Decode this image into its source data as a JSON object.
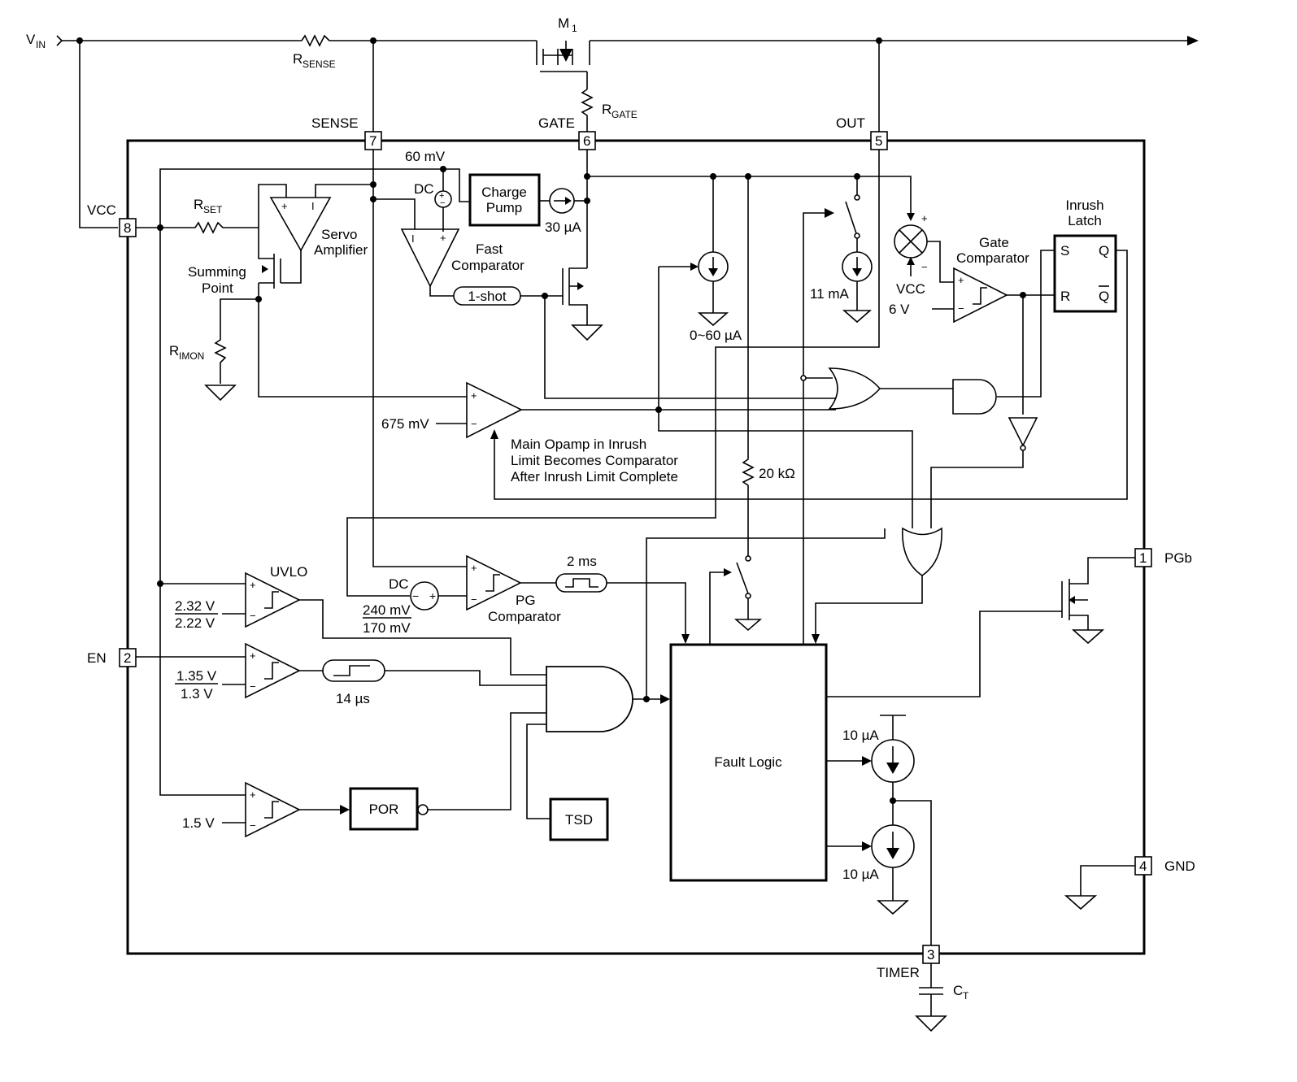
{
  "top": {
    "vin": "V",
    "vin_sub": "IN",
    "rsense": "R",
    "rsense_sub": "SENSE",
    "m1": "M",
    "m1_sub": "1",
    "rgate": "R",
    "rgate_sub": "GATE"
  },
  "pins": {
    "sense": {
      "name": "SENSE",
      "num": "7"
    },
    "gate": {
      "name": "GATE",
      "num": "6"
    },
    "out": {
      "name": "OUT",
      "num": "5"
    },
    "vcc": {
      "name": "VCC",
      "num": "8"
    },
    "en": {
      "name": "EN",
      "num": "2"
    },
    "pgb": {
      "name": "PGb",
      "num": "1"
    },
    "gnd": {
      "name": "GND",
      "num": "4"
    },
    "timer": {
      "name": "TIMER",
      "num": "3"
    }
  },
  "labels": {
    "mv60": "60 mV",
    "dc1": "DC",
    "charge_pump_1": "Charge",
    "charge_pump_2": "Pump",
    "ua30": "30 µA",
    "rset": "R",
    "rset_sub": "SET",
    "servo_1": "Servo",
    "servo_2": "Amplifier",
    "summing_1": "Summing",
    "summing_2": "Point",
    "rimon": "R",
    "rimon_sub": "IMON",
    "fast_1": "Fast",
    "fast_2": "Comparator",
    "oneshot": "1-shot",
    "ua0_60": "0~60 µA",
    "ma11": "11 mA",
    "vcc_mult": "VCC",
    "v6": "6 V",
    "gate_comp_1": "Gate",
    "gate_comp_2": "Comparator",
    "inrush_1": "Inrush",
    "inrush_2": "Latch",
    "latch_s": "S",
    "latch_q": "Q",
    "latch_r": "R",
    "latch_qb": "Q",
    "mv675": "675 mV",
    "main_1": "Main Opamp in Inrush",
    "main_2": "Limit Becomes Comparator",
    "main_3": "After Inrush Limit Complete",
    "r20k": "20 kΩ",
    "ms2": "2 ms",
    "dc2": "DC",
    "mv240": "240 mV",
    "mv170": "170 mV",
    "pg_1": "PG",
    "pg_2": "Comparator",
    "uvlo": "UVLO",
    "v232": "2.32 V",
    "v222": "2.22 V",
    "v135": "1.35 V",
    "v13": "1.3 V",
    "us14": "14 µs",
    "v15": "1.5 V",
    "por": "POR",
    "tsd": "TSD",
    "fault": "Fault Logic",
    "ua10a": "10 µA",
    "ua10b": "10 µA",
    "ct": "C",
    "ct_sub": "T"
  }
}
